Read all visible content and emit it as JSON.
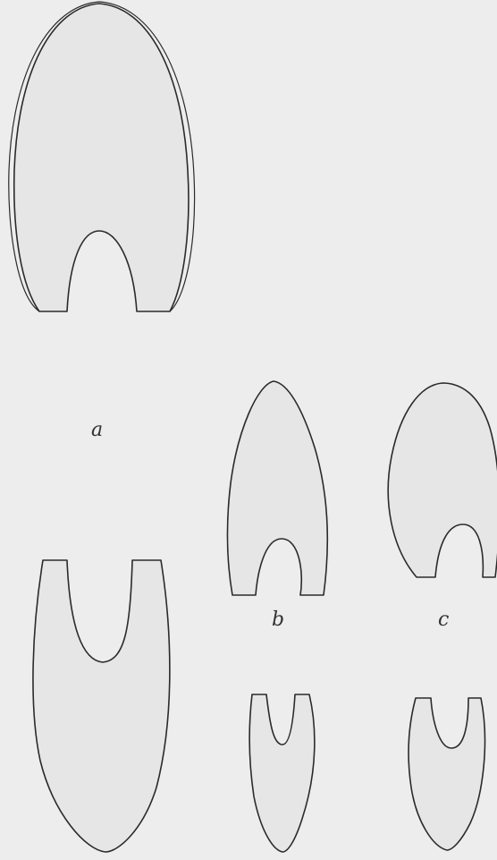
{
  "labels": {
    "a": "a",
    "b": "b",
    "c": "c"
  },
  "colors": {
    "background": "#ededed",
    "fill": "#e6e6e6",
    "stroke": "#2b2b2b"
  }
}
